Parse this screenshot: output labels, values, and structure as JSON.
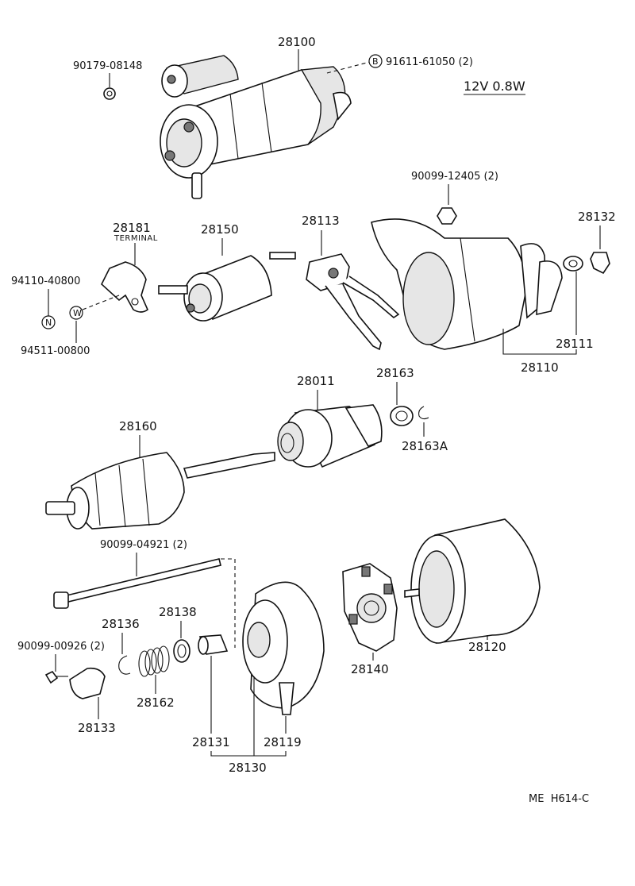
{
  "spec": "12V 0.8W",
  "ref_code": "ME  H614-C",
  "labels": {
    "p28100": "28100",
    "p90179": "90179-08148",
    "p91611": "91611-61050 (2)",
    "p90099_12405": "90099-12405 (2)",
    "p28132": "28132",
    "p28181": "28181",
    "terminal": "TERMINAL",
    "p28150": "28150",
    "p28113": "28113",
    "p94110": "94110-40800",
    "p94511": "94511-00800",
    "p28111": "28111",
    "p28110": "28110",
    "p28011": "28011",
    "p28163": "28163",
    "p28163A": "28163A",
    "p28160": "28160",
    "p90099_04921": "90099-04921 (2)",
    "p28136": "28136",
    "p28138": "28138",
    "p90099_00926": "90099-00926 (2)",
    "p28162": "28162",
    "p28133": "28133",
    "p28131": "28131",
    "p28119": "28119",
    "p28130": "28130",
    "p28140": "28140",
    "p28120": "28120"
  },
  "badges": {
    "b": "B",
    "n": "N",
    "w": "W"
  }
}
